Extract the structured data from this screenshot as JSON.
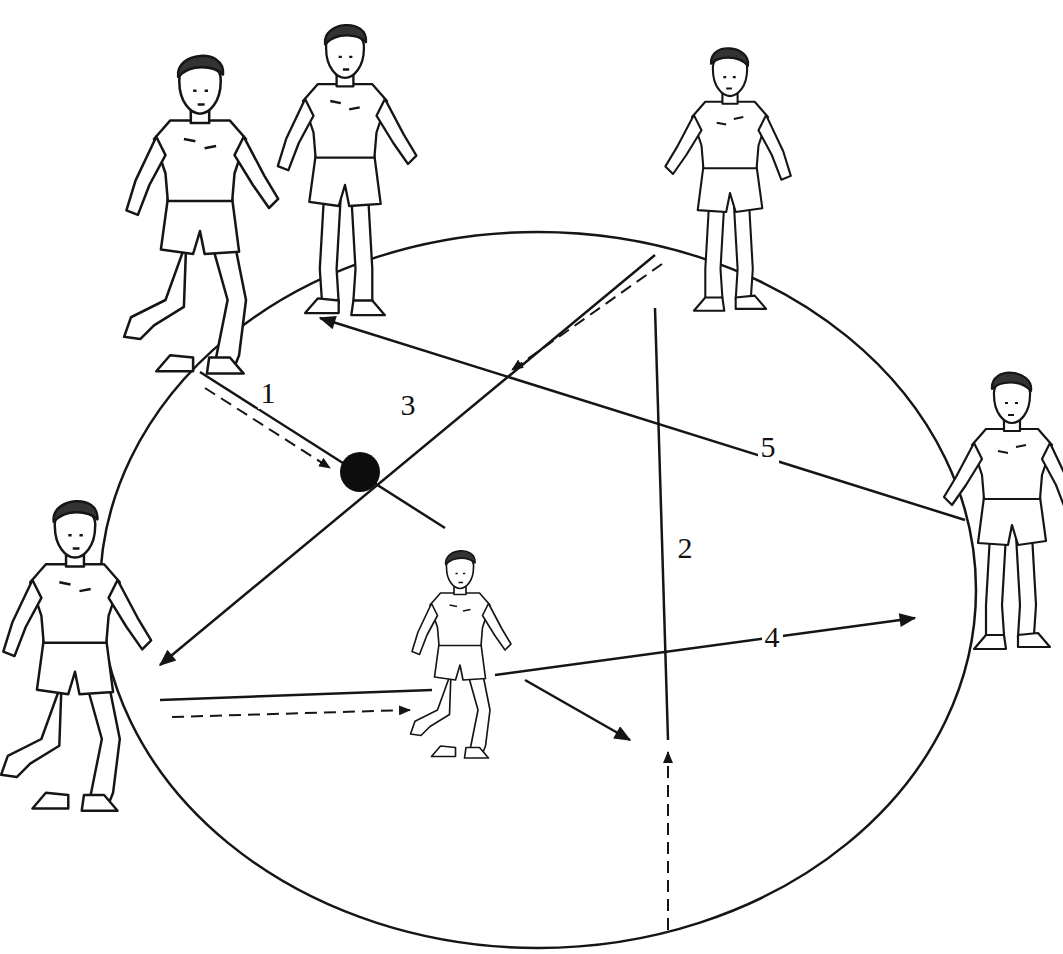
{
  "diagram": {
    "labels": [
      "1",
      "3",
      "5",
      "2",
      "4"
    ]
  }
}
